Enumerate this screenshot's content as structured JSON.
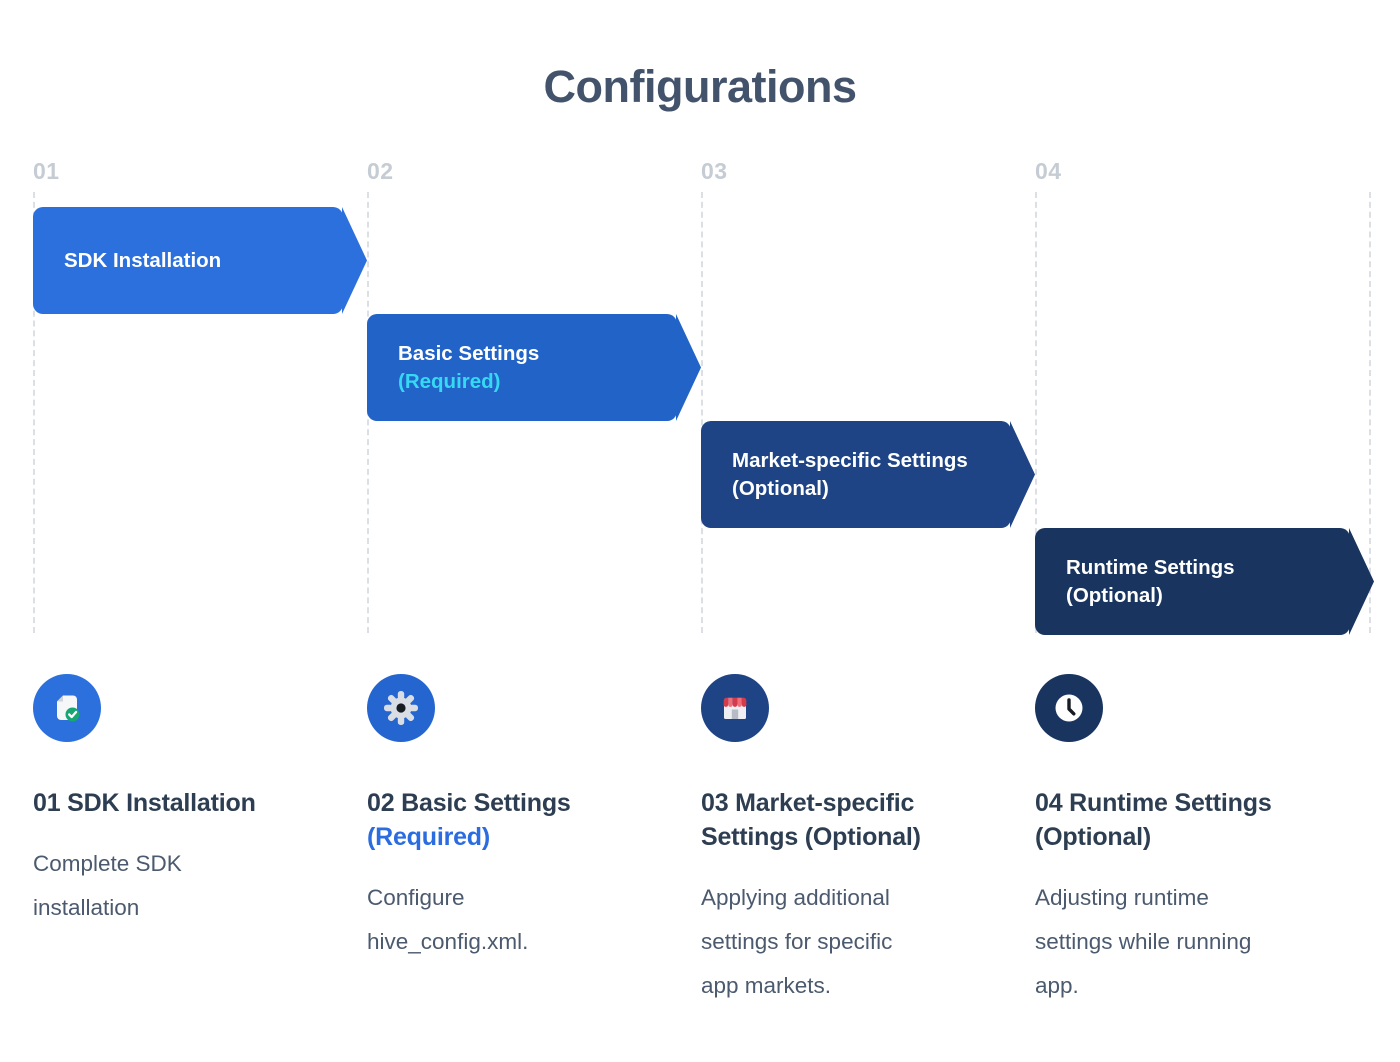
{
  "title": "Configurations",
  "steps": [
    {
      "number": "01",
      "banner_line1": "SDK Installation",
      "banner_line2": "",
      "icon": "document-check-icon",
      "heading_line1": "01 SDK Installation",
      "heading_line2": "",
      "desc_line1": "Complete SDK",
      "desc_line2": "installation",
      "desc_line3": ""
    },
    {
      "number": "02",
      "banner_line1": "Basic Settings",
      "banner_line2": "(Required)",
      "icon": "gear-icon",
      "heading_line1": "02 Basic Settings",
      "heading_line2": "(Required)",
      "desc_line1": "Configure",
      "desc_line2": "hive_config.xml.",
      "desc_line3": ""
    },
    {
      "number": "03",
      "banner_line1": "Market-specific Settings",
      "banner_line2": "(Optional)",
      "icon": "storefront-icon",
      "heading_line1": "03 Market-specific",
      "heading_line2": "Settings (Optional)",
      "desc_line1": "Applying additional",
      "desc_line2": "settings for specific",
      "desc_line3": "app markets."
    },
    {
      "number": "04",
      "banner_line1": "Runtime Settings",
      "banner_line2": "(Optional)",
      "icon": "clock-icon",
      "heading_line1": "04 Runtime Settings",
      "heading_line2": "(Optional)",
      "desc_line1": "Adjusting runtime",
      "desc_line2": "settings while running",
      "desc_line3": "app."
    }
  ],
  "colors": {
    "banner_step1": "#2b70dd",
    "banner_step2": "#2263c8",
    "banner_step3": "#1e4486",
    "banner_step4": "#18345f",
    "banner_required_text": "#36d8f3",
    "heading_required_text": "#2b6ce1",
    "title_text": "#43536b",
    "heading_text": "#2e3e52",
    "body_text": "#4b5a6e",
    "step_number_text": "#c6ccd4",
    "dashed_line": "#dcdfe4",
    "check_green": "#18a673",
    "awning_red_dark": "#d53c4b",
    "awning_red_light": "#ef6e79"
  }
}
